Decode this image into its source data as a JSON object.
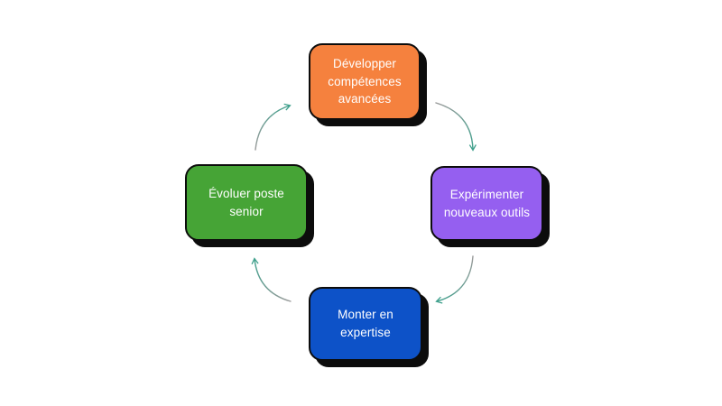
{
  "page": {
    "background": "#ffffff"
  },
  "diagram": {
    "type": "cycle",
    "direction": "clockwise",
    "arrow_line_color": "#9a9a9a",
    "arrow_head_color": "#3fa08c",
    "border_color": "#0c0c0c",
    "shadow_color": "#0c0c0c",
    "nodes": [
      {
        "id": "developper-competences",
        "label": "Développer compétences avancées",
        "fill": "#F5813E",
        "text_color": "#FFFFFF",
        "position": "top"
      },
      {
        "id": "experimenter-outils",
        "label": "Expérimenter nouveaux outils",
        "fill": "#955FF0",
        "text_color": "#FFFFFF",
        "position": "right"
      },
      {
        "id": "monter-expertise",
        "label": "Monter en expertise",
        "fill": "#0D52C8",
        "text_color": "#FFFFFF",
        "position": "bottom"
      },
      {
        "id": "evoluer-senior",
        "label": "Évoluer poste senior",
        "fill": "#46A436",
        "text_color": "#FFFFFF",
        "position": "left"
      }
    ],
    "arrows": [
      {
        "from": "developper-competences",
        "to": "experimenter-outils"
      },
      {
        "from": "experimenter-outils",
        "to": "monter-expertise"
      },
      {
        "from": "monter-expertise",
        "to": "evoluer-senior"
      },
      {
        "from": "evoluer-senior",
        "to": "developper-competences"
      }
    ]
  }
}
